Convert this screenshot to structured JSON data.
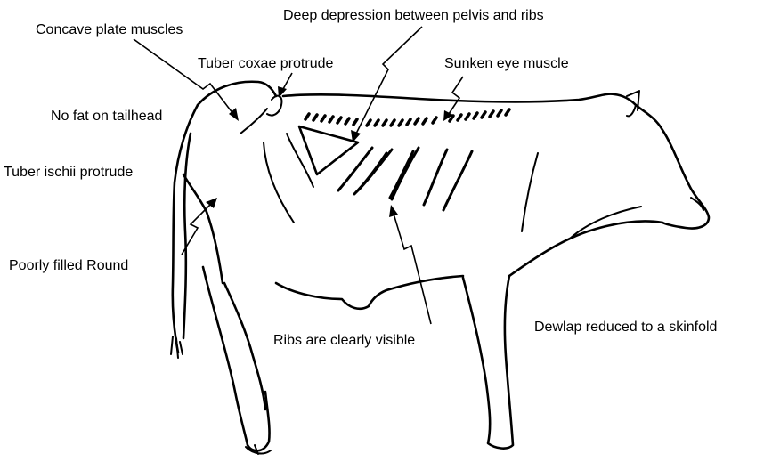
{
  "labels": {
    "concave_plate_muscles": "Concave plate muscles",
    "deep_depression": "Deep depression between pelvis and ribs",
    "tuber_coxae": "Tuber coxae protrude",
    "sunken_eye_muscle": "Sunken eye muscle",
    "no_fat_tailhead": "No fat on tailhead",
    "tuber_ischii": "Tuber ischii protrude",
    "poorly_filled_round": "Poorly filled Round",
    "ribs_visible": "Ribs are clearly visible",
    "dewlap": "Dewlap reduced to a skinfold"
  }
}
